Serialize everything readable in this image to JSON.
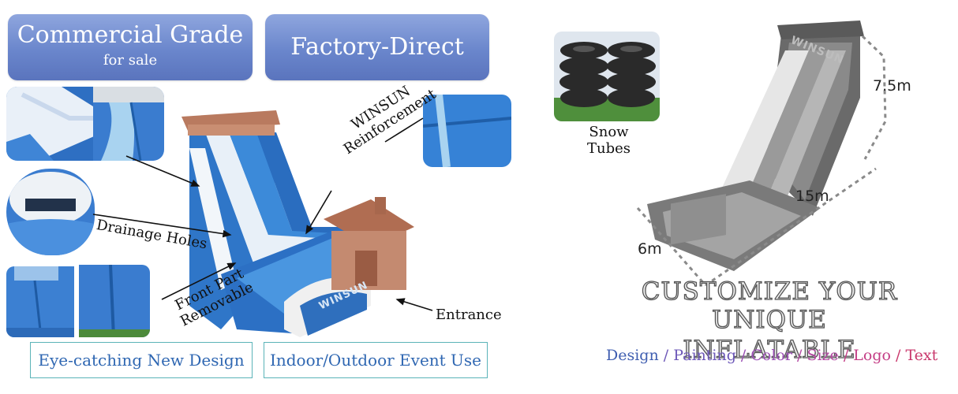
{
  "badges": {
    "commercial": {
      "title": "Commercial Grade",
      "subtitle": "for sale"
    },
    "factory": {
      "title": "Factory-Direct"
    }
  },
  "annotations": {
    "reinforcement": [
      "WINSUN",
      "Reinforcement"
    ],
    "drainage": "Drainage Holes",
    "front_part": [
      "Front Part",
      "Removable"
    ],
    "entrance": "Entrance"
  },
  "features": {
    "design": "Eye-catching New Design",
    "event": "Indoor/Outdoor Event Use"
  },
  "snow_tubes": [
    "Snow",
    "Tubes"
  ],
  "dimensions": {
    "height": "7.5m",
    "length": "15m",
    "width": "6m"
  },
  "headline": [
    "CUSTOMIZE YOUR UNIQUE",
    "INFLATABLE"
  ],
  "options": [
    {
      "label": "Design",
      "color": "#3f5eb0"
    },
    {
      "label": "Painting",
      "color": "#6d58b8"
    },
    {
      "label": "Color",
      "color": "#9a4fb4"
    },
    {
      "label": "Size",
      "color": "#b44aa3"
    },
    {
      "label": "Logo",
      "color": "#c43e86"
    },
    {
      "label": "Text",
      "color": "#c9386c"
    }
  ],
  "option_separator": " / ",
  "watermark": "WINSUN",
  "colors": {
    "badge_blue": "#6a86cc",
    "frame_teal": "#5bb3b8",
    "feature_text": "#2f67b2",
    "slide_blue": "#2f76c8",
    "cabin_brown": "#b97a5f"
  }
}
